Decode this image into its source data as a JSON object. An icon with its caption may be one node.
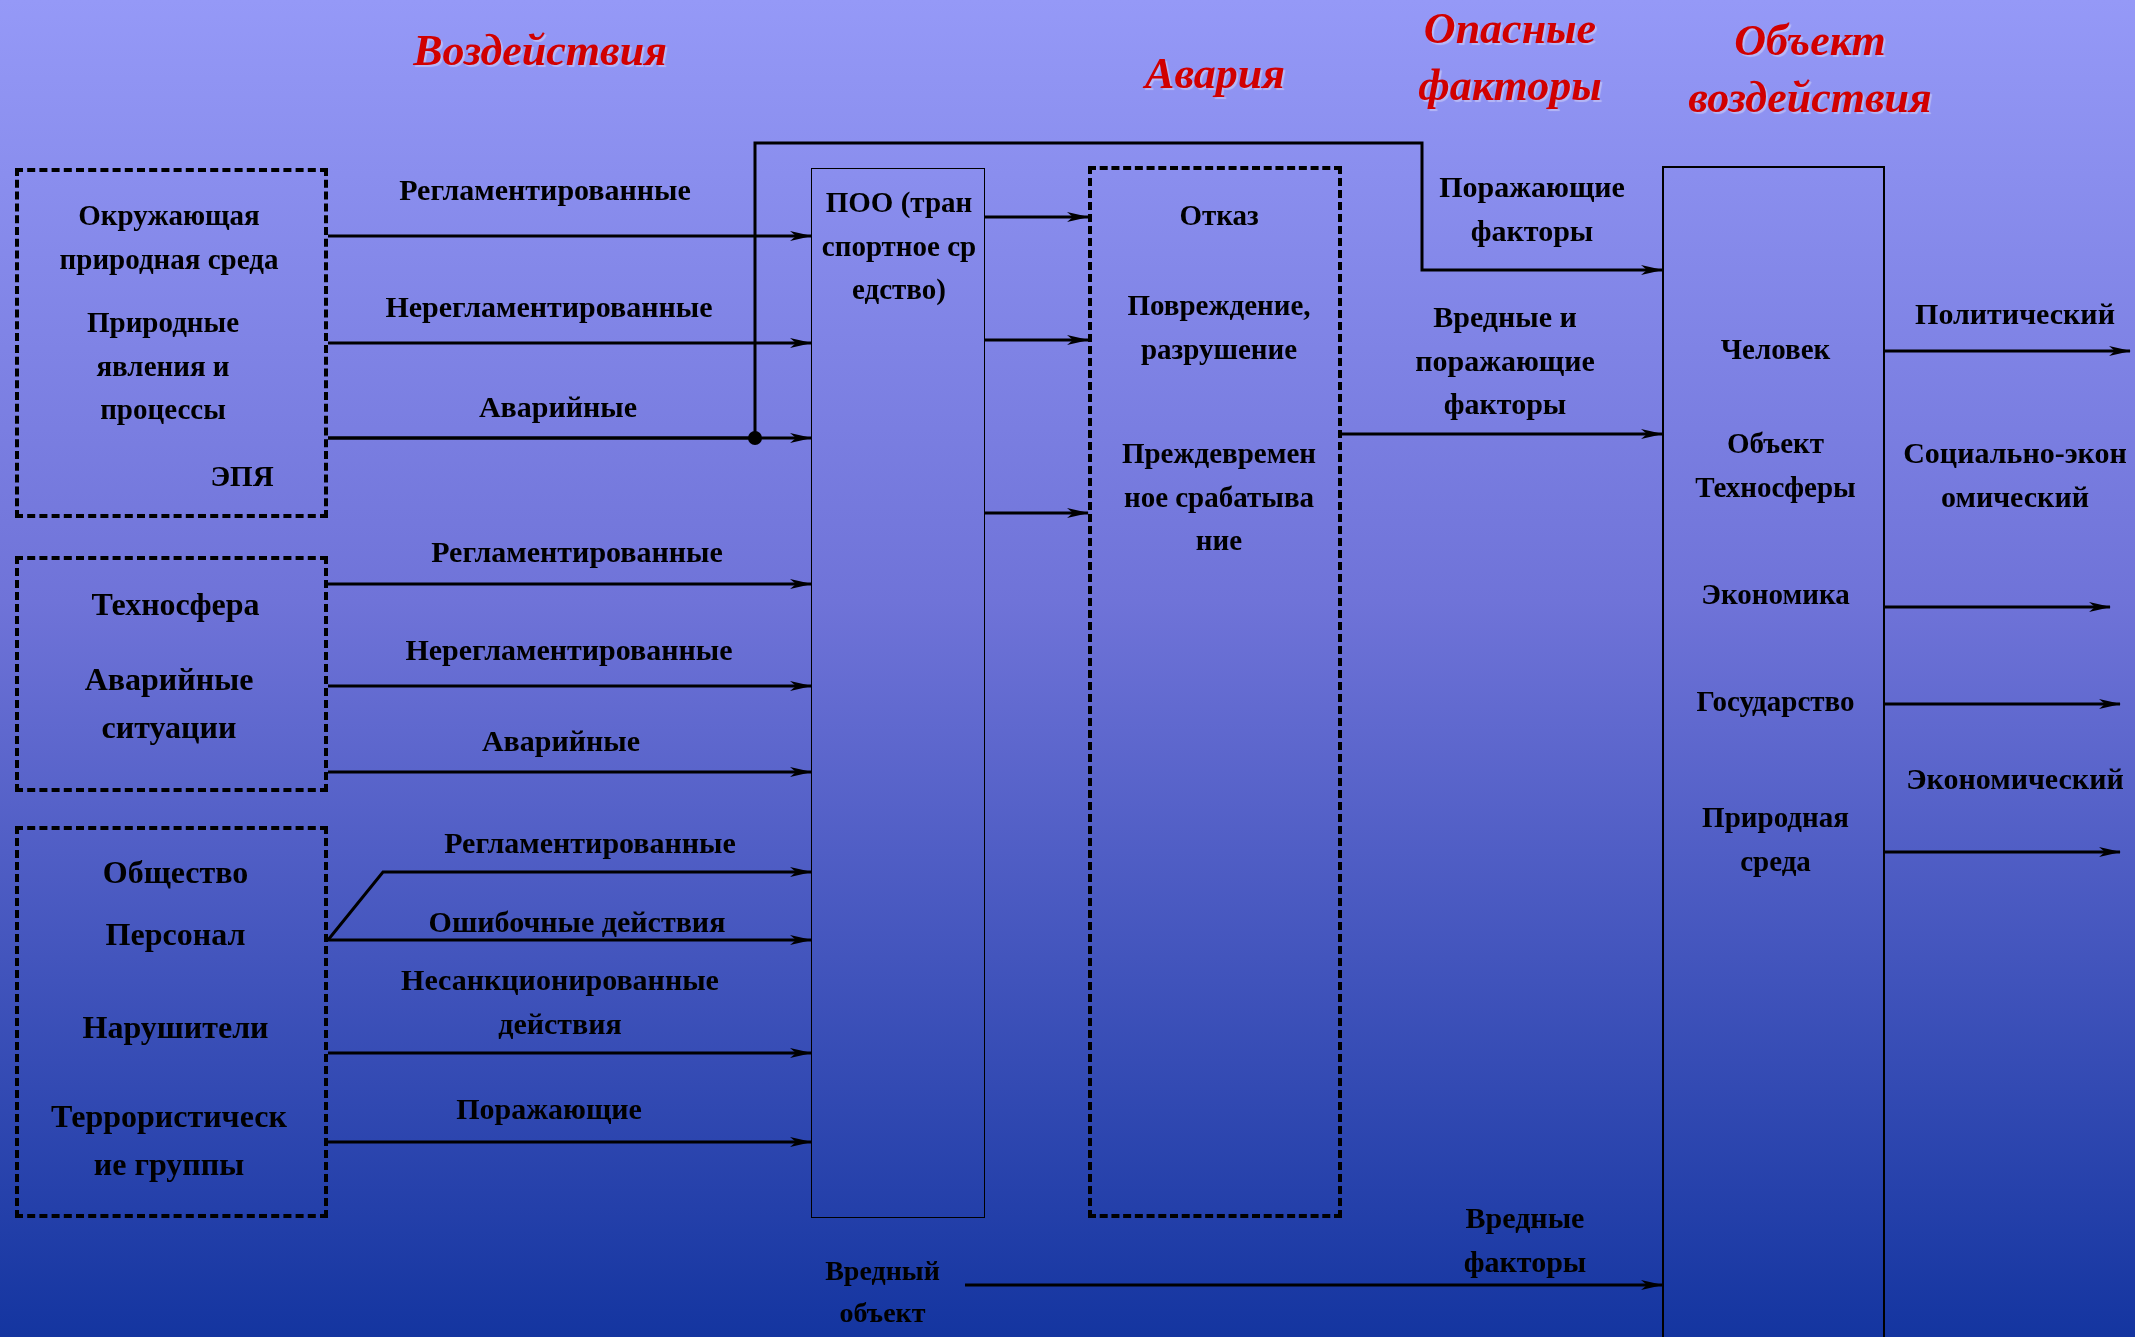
{
  "diagram": {
    "nodes": [
      {
        "text": [
          "Окружающая природная среда",
          "Природные явления и процессы",
          "ЭПЯ"
        ]
      },
      {
        "text": [
          "Техносфера",
          "Аварийные ситуации"
        ]
      },
      {
        "text": [
          "Общество",
          "Персонал",
          "Нарушители",
          "Террористические группы"
        ]
      },
      {
        "text": [
          "ПОО (транспортное средство)"
        ]
      },
      {
        "text": [
          "Отказ",
          "Повреждение, разрушение",
          "Преждевременное срабатывание"
        ]
      },
      {
        "text": [
          "Человек",
          "Объект Техносферы",
          "Экономика",
          "Государство",
          "Природная среда"
        ]
      },
      {
        "text": [
          "Вредный объект"
        ]
      }
    ],
    "edges": [
      {
        "from": 0,
        "to": 3,
        "arrow": "to",
        "label": "Регламентированные"
      },
      {
        "from": 0,
        "to": 3,
        "arrow": "to",
        "label": "Нерегламентированные"
      },
      {
        "from": 0,
        "to": 3,
        "arrow": "to",
        "label": "Аварийные"
      },
      {
        "from": 0,
        "to": 5,
        "arrow": "to",
        "label": "Поражающие факторы"
      },
      {
        "from": 1,
        "to": 3,
        "arrow": "to",
        "label": "Регламентированные"
      },
      {
        "from": 1,
        "to": 3,
        "arrow": "to",
        "label": "Нерегламентированные"
      },
      {
        "from": 1,
        "to": 3,
        "arrow": "to",
        "label": "Аварийные"
      },
      {
        "from": 2,
        "to": 3,
        "arrow": "to",
        "label": "Регламентированные"
      },
      {
        "from": 2,
        "to": 3,
        "arrow": "to",
        "label": "Ошибочные действия"
      },
      {
        "from": 2,
        "to": 3,
        "arrow": "to",
        "label": "Несанкционированные действия"
      },
      {
        "from": 2,
        "to": 3,
        "arrow": "to",
        "label": "Поражающие"
      },
      {
        "from": 3,
        "to": 4,
        "arrow": "to"
      },
      {
        "from": 3,
        "to": 4,
        "arrow": "to"
      },
      {
        "from": 3,
        "to": 4,
        "arrow": "to"
      },
      {
        "from": 4,
        "to": 5,
        "arrow": "to",
        "label": "Вредные и поражающие факторы"
      },
      {
        "from": 6,
        "to": 5,
        "arrow": "to",
        "label": "Вредные факторы"
      },
      {
        "from": 5,
        "to": null,
        "arrow": "to",
        "label": "Политический"
      },
      {
        "from": 5,
        "to": null,
        "arrow": "to",
        "label": "Социально-экономический"
      },
      {
        "from": 5,
        "to": null,
        "arrow": "to"
      },
      {
        "from": 5,
        "to": null,
        "arrow": "to",
        "label": "Экономический"
      }
    ],
    "labels": [
      "Воздействия",
      "Авария",
      "Опасные факторы",
      "Объект воздействия"
    ]
  }
}
